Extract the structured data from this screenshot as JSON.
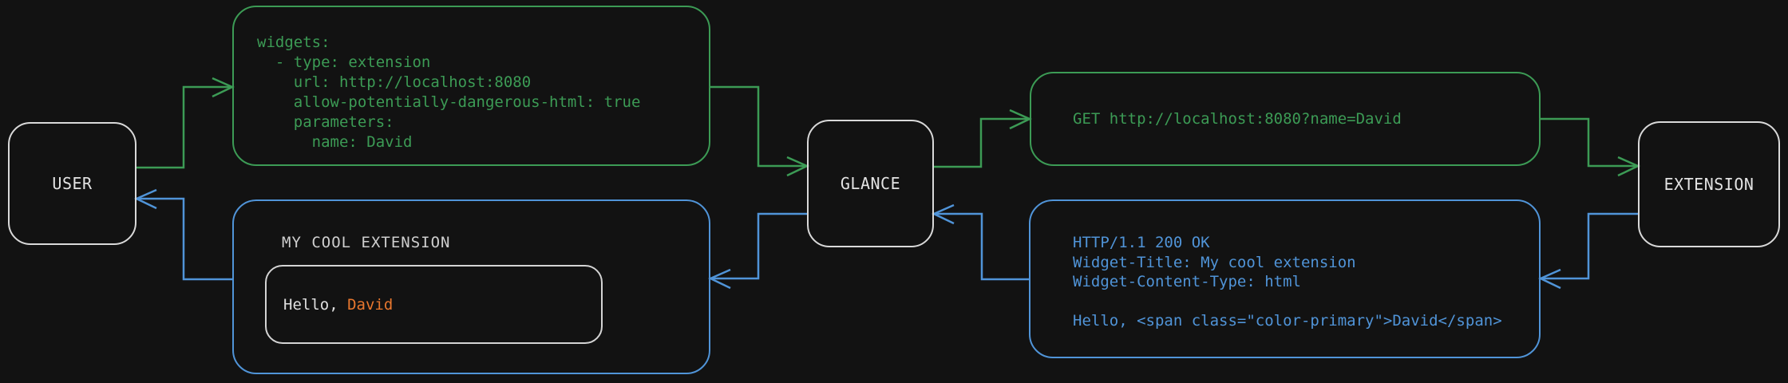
{
  "colors": {
    "bg": "#121212",
    "green": "#3c9b55",
    "blue": "#5094d8",
    "orange": "#e8772e",
    "node_border": "#d9d9d9",
    "node_text": "#e3e3e3",
    "dim_text": "#cfcfcf",
    "inner_border": "#d4d4d4"
  },
  "nodes": {
    "user": {
      "label": "USER"
    },
    "glance": {
      "label": "GLANCE"
    },
    "extension": {
      "label": "EXTENSION"
    }
  },
  "config_box": {
    "lines": [
      "widgets:",
      "  - type: extension",
      "    url: http://localhost:8080",
      "    allow-potentially-dangerous-html: true",
      "    parameters:",
      "      name: David"
    ]
  },
  "request_box": {
    "text": "GET http://localhost:8080?name=David"
  },
  "response_box": {
    "lines": [
      "HTTP/1.1 200 OK",
      "Widget-Title: My cool extension",
      "Widget-Content-Type: html",
      "",
      "Hello, <span class=\"color-primary\">David</span>"
    ]
  },
  "widget_preview": {
    "title": "MY COOL EXTENSION",
    "greeting_prefix": "Hello, ",
    "greeting_name": "David"
  }
}
